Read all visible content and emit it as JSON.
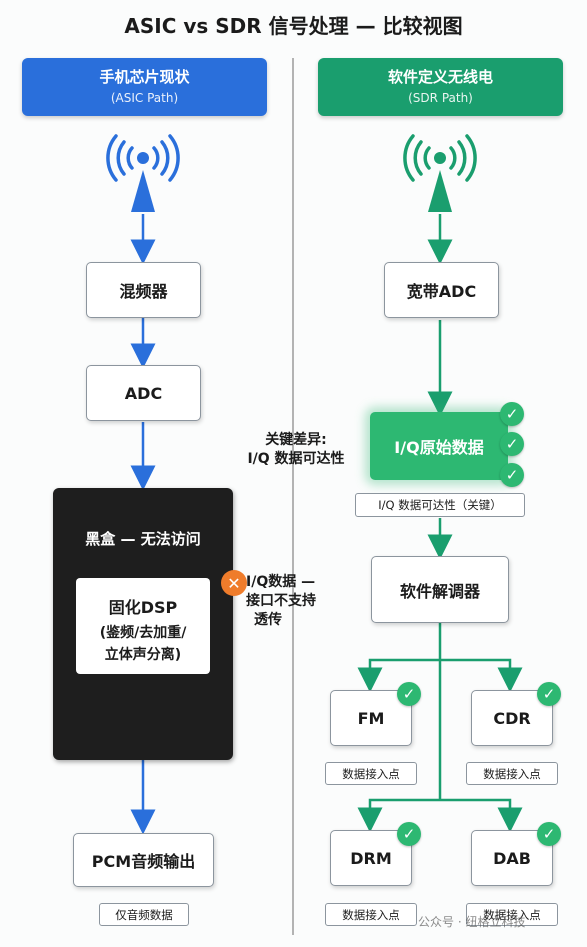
{
  "title": "ASIC vs SDR 信号处理 — 比较视图",
  "left": {
    "header_title": "手机芯片现状",
    "header_sub": "(ASIC Path)",
    "color": "#2a6fdb",
    "mixer": "混频器",
    "adc": "ADC",
    "black_box_title": "黑盒 — 无法访问",
    "dsp_line1": "固化DSP",
    "dsp_line2": "(鉴频/去加重/",
    "dsp_line3": "立体声分离)",
    "pcm": "PCM音频输出",
    "pcm_tag": "仅音频数据"
  },
  "right": {
    "header_title": "软件定义无线电",
    "header_sub": "(SDR Path)",
    "color": "#1a9e6e",
    "adc": "宽带ADC",
    "iq": "I/Q原始数据",
    "iq_tag": "I/Q 数据可达性（关键）",
    "demod": "软件解调器",
    "outputs": [
      {
        "label": "FM",
        "tag": "数据接入点"
      },
      {
        "label": "CDR",
        "tag": "数据接入点"
      },
      {
        "label": "DRM",
        "tag": "数据接入点"
      },
      {
        "label": "DAB",
        "tag": "数据接入点"
      }
    ]
  },
  "middle": {
    "key_line1": "关键差异:",
    "key_line2": "I/Q 数据可达性",
    "blocked_line1": "I/Q数据 —",
    "blocked_line2": "接口不支持",
    "blocked_line3": "透传"
  },
  "watermark": "公众号 · 纽格立科技",
  "icons": {
    "check": "✓",
    "blocked": "✕"
  }
}
